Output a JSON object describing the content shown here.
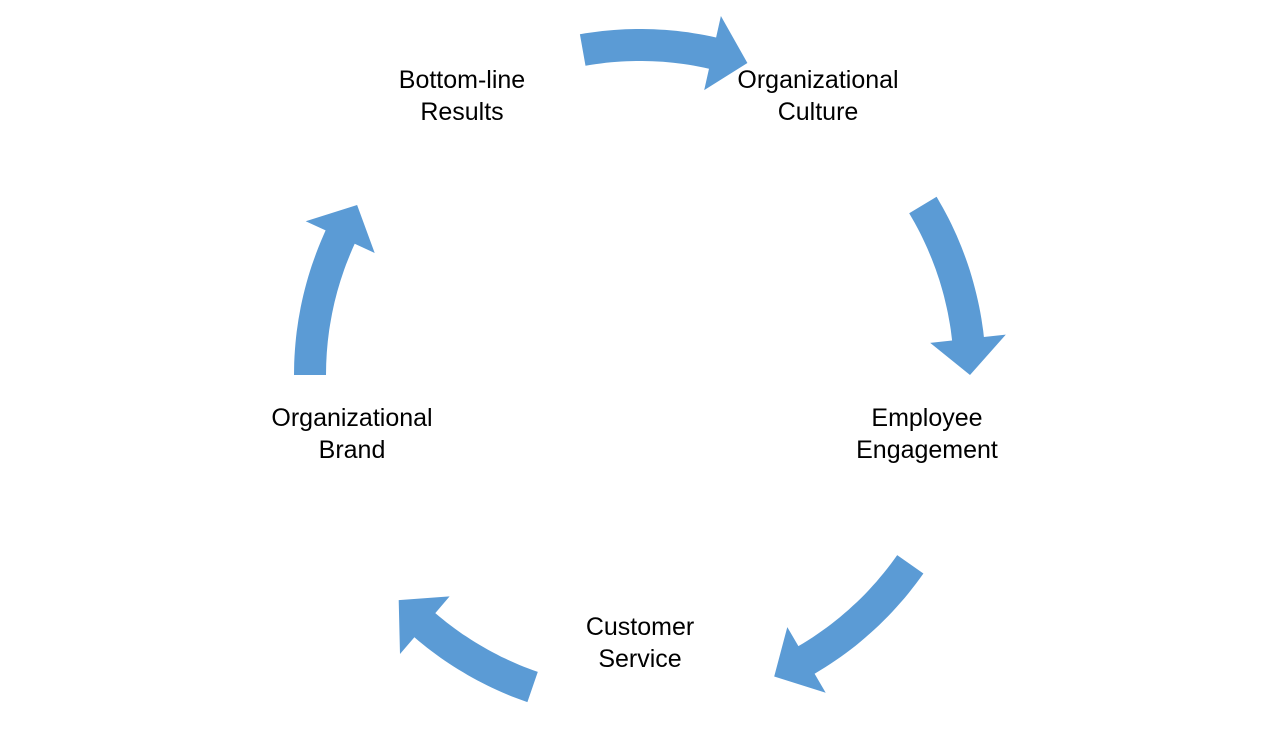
{
  "diagram": {
    "type": "cycle",
    "arrow_color": "#5B9BD5",
    "text_color": "#000000",
    "nodes": [
      {
        "id": "culture",
        "lines": [
          "Organizational",
          "Culture"
        ]
      },
      {
        "id": "engagement",
        "lines": [
          "Employee",
          "Engagement"
        ]
      },
      {
        "id": "service",
        "lines": [
          "Customer",
          "Service"
        ]
      },
      {
        "id": "brand",
        "lines": [
          "Organizational",
          "Brand"
        ]
      },
      {
        "id": "results",
        "lines": [
          "Bottom-line",
          "Results"
        ]
      }
    ],
    "edges": [
      {
        "from": "results",
        "to": "culture"
      },
      {
        "from": "culture",
        "to": "engagement"
      },
      {
        "from": "engagement",
        "to": "service"
      },
      {
        "from": "service",
        "to": "brand"
      },
      {
        "from": "brand",
        "to": "results"
      }
    ]
  }
}
